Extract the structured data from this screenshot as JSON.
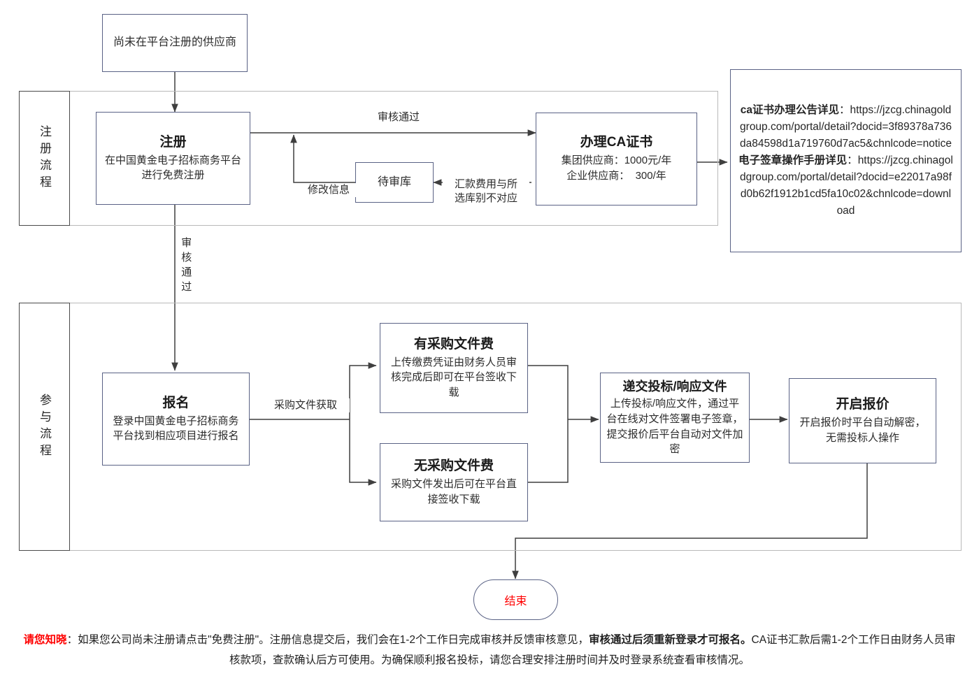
{
  "diagram": {
    "title": "中国黄金电子招标商务平台供应商注册与参与流程图",
    "colors": {
      "node_border": "#5a6285",
      "lane_border": "#b9b9b9",
      "lane_head_border": "#4a4a4a",
      "connector": "#3f3f3f",
      "accent_red": "#ff0000"
    }
  },
  "start_node": {
    "label": "尚未在平台注册的供应商"
  },
  "lanes": [
    {
      "name": "registration",
      "label": "注册流程"
    },
    {
      "name": "participation",
      "label": "参与流程"
    }
  ],
  "nodes": {
    "register": {
      "title": "注册",
      "body": "在中国黄金电子招标商务平台\n进行免费注册"
    },
    "pending_review": {
      "label": "待审库"
    },
    "ca_certificate": {
      "title": "办理CA证书",
      "line1": "集团供应商：1000元/年",
      "line2": "企业供应商：  300/年"
    },
    "signup": {
      "title": "报名",
      "body": "登录中国黄金电子招标商务平台找到相应项目进行报名"
    },
    "with_fee": {
      "title": "有采购文件费",
      "body": "上传缴费凭证由财务人员审核完成后即可在平台签收下载"
    },
    "without_fee": {
      "title": "无采购文件费",
      "body": "采购文件发出后可在平台直接签收下载"
    },
    "submit_bid": {
      "title": "递交投标/响应文件",
      "body": "上传投标/响应文件，通过平台在线对文件签署电子签章，提交报价后平台自动对文件加密"
    },
    "open_quote": {
      "title": "开启报价",
      "body": "开启报价时平台自动解密，无需投标人操作"
    },
    "end": {
      "label": "结束"
    }
  },
  "edge_labels": {
    "review_passed_top": "审核通过",
    "modify_info": "修改信息",
    "remittance_mismatch": "汇款费用与所\n选库别不对应",
    "review_passed_vertical": "审核通过",
    "doc_acquire": "采购文件获取"
  },
  "info_box": {
    "entries": [
      {
        "label": "ca证书办理公告详见",
        "separator": "：",
        "url": "https://jzcg.chinagoldgroup.com/portal/detail?docid=3f89378a736da84598d1a719760d7ac5&chnlcode=notice"
      },
      {
        "label": "电子签章操作手册详见",
        "separator": "：",
        "url": "https://jzcg.chinagoldgroup.com/portal/detail?docid=e22017a98fd0b62f1912b1cd5fa10c02&chnlcode=download"
      }
    ]
  },
  "footnote": {
    "prefix_highlight": "请您知晓",
    "separator": "：",
    "part1": "如果您公司尚未注册请点击\"免费注册\"。注册信息提交后，我们会在1-2个工作日完成审核并反馈审核意见，",
    "bold1": "审核通过后须重新登录才可报名。",
    "part2": "CA证书汇款后需1-2个工作日由财务人员审核款项，查款确认后方可使用。为确保顺利报名投标，请您合理安排注册时间并及时登录系统查看审核情况。"
  }
}
